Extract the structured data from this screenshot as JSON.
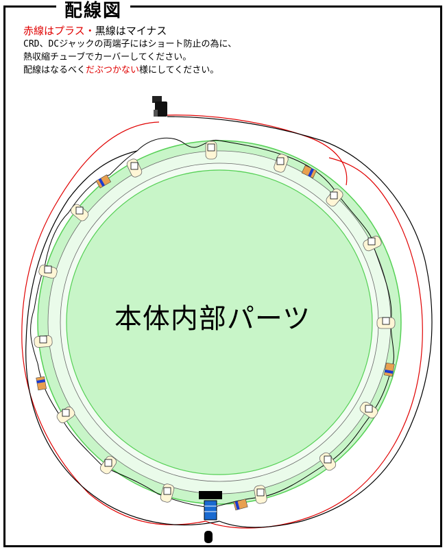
{
  "title": "配線図",
  "legend": {
    "red_text": "赤線はプラス・",
    "black_text": "黒線はマイナス"
  },
  "note_line_1": "CRD、DCジャックの両端子にはショート防止の為に、",
  "note_line_2": "熱収縮チューブでカーバーしてください。",
  "note_line_3": {
    "prefix": "配線はなるべく",
    "emphasis": "だぶつかない",
    "suffix": "様にしてください。"
  },
  "center_label": "本体内部パーツ",
  "colors": {
    "plus_wire": "#e00000",
    "minus_wire": "#000000",
    "board": "#c8f5c8",
    "board_edge": "#55d055",
    "led_body": "#fff6d6",
    "resistor_body": "#e8a050",
    "resistor_band": "#1a3ad0"
  },
  "icons": {
    "dc_jack": "dc-jack-icon",
    "crd": "crd-icon",
    "led": "led-icon",
    "resistor": "resistor-icon"
  }
}
